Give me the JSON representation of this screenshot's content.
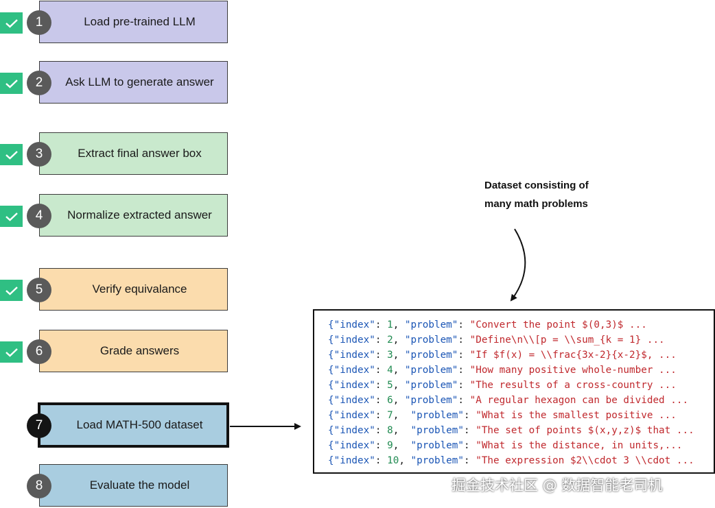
{
  "steps": [
    {
      "num": "1",
      "label": "Load pre-trained LLM",
      "color": "purple",
      "checked": true
    },
    {
      "num": "2",
      "label": "Ask LLM to generate answer",
      "color": "purple",
      "checked": true
    },
    {
      "num": "3",
      "label": "Extract final answer box",
      "color": "green",
      "checked": true
    },
    {
      "num": "4",
      "label": "Normalize extracted answer",
      "color": "green",
      "checked": true
    },
    {
      "num": "5",
      "label": "Verify equivalance",
      "color": "orange",
      "checked": true
    },
    {
      "num": "6",
      "label": "Grade answers",
      "color": "orange",
      "checked": true
    },
    {
      "num": "7",
      "label": "Load MATH-500 dataset",
      "color": "blue",
      "checked": false,
      "highlighted": true
    },
    {
      "num": "8",
      "label": "Evaluate the model",
      "color": "blue",
      "checked": false
    }
  ],
  "caption": {
    "line1": "Dataset consisting of",
    "line2": "many math problems"
  },
  "dataset_lines": [
    {
      "key1": "{\"index\"",
      "num": "1",
      "sep": ", ",
      "key2": "\"problem\"",
      "text": "\"Convert the point $(0,3)$ ..."
    },
    {
      "key1": "{\"index\"",
      "num": "2",
      "sep": ", ",
      "key2": "\"problem\"",
      "text": "\"Define\\n\\\\[p = \\\\sum_{k = 1} ..."
    },
    {
      "key1": "{\"index\"",
      "num": "3",
      "sep": ", ",
      "key2": "\"problem\"",
      "text": "\"If $f(x) = \\\\frac{3x-2}{x-2}$, ..."
    },
    {
      "key1": "{\"index\"",
      "num": "4",
      "sep": ", ",
      "key2": "\"problem\"",
      "text": "\"How many positive whole-number ..."
    },
    {
      "key1": "{\"index\"",
      "num": "5",
      "sep": ", ",
      "key2": "\"problem\"",
      "text": "\"The results of a cross-country ..."
    },
    {
      "key1": "{\"index\"",
      "num": "6",
      "sep": ", ",
      "key2": "\"problem\"",
      "text": "\"A regular hexagon can be divided ..."
    },
    {
      "key1": "{\"index\"",
      "num": "7",
      "sep": ",  ",
      "key2": "\"problem\"",
      "text": "\"What is the smallest positive ..."
    },
    {
      "key1": "{\"index\"",
      "num": "8",
      "sep": ",  ",
      "key2": "\"problem\"",
      "text": "\"The set of points $(x,y,z)$ that ..."
    },
    {
      "key1": "{\"index\"",
      "num": "9",
      "sep": ",  ",
      "key2": "\"problem\"",
      "text": "\"What is the distance, in units,..."
    },
    {
      "key1": "{\"index\"",
      "num": "10",
      "sep": ", ",
      "key2": "\"problem\"",
      "text": "\"The expression $2\\\\cdot 3 \\\\cdot ..."
    }
  ],
  "watermark": "掘金技术社区 @ 数据智能老司机",
  "colors": {
    "purple": "#c9c8ea",
    "green": "#c9e9cd",
    "orange": "#fbdcad",
    "blue": "#a9cde0",
    "check": "#2fbf83",
    "badge": "#5a5a5a"
  }
}
